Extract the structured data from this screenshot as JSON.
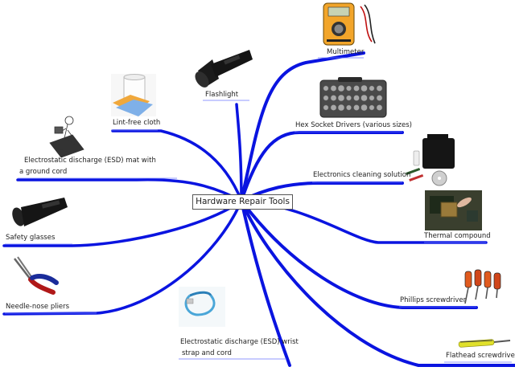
{
  "center": {
    "label": "Hardware Repair Tools"
  },
  "nodes": [
    {
      "id": "multimeter",
      "label": "Multimeter",
      "icon": "multimeter-icon"
    },
    {
      "id": "flashlight-top",
      "label": "Flashlight",
      "icon": "flashlight-icon"
    },
    {
      "id": "lint",
      "label": "Lint-free cloth",
      "icon": "lint-free-cloth-icon"
    },
    {
      "id": "hex",
      "label": "Hex Socket Drivers (various sizes)",
      "icon": "hex-socket-case-icon"
    },
    {
      "id": "esd-mat",
      "label_line1": "Electrostatic discharge (ESD) mat with",
      "label_line2": "a ground cord",
      "icon": "esd-mat-icon"
    },
    {
      "id": "cleaning",
      "label": "Electronics cleaning solution",
      "icon": "cleaning-kit-icon"
    },
    {
      "id": "thermal",
      "label": "Thermal compound",
      "icon": "thermal-compound-icon"
    },
    {
      "id": "safety",
      "label": "Safety glasses",
      "icon": "flashlight-icon"
    },
    {
      "id": "pliers",
      "label": "Needle-nose pliers",
      "icon": "needle-nose-pliers-icon"
    },
    {
      "id": "phillips",
      "label": "Phillips screwdriver",
      "icon": "phillips-screwdrivers-icon"
    },
    {
      "id": "esd-wrist",
      "label_line1": "Electrostatic discharge (ESD) wrist",
      "label_line2": "strap and cord",
      "icon": "esd-wrist-strap-icon"
    },
    {
      "id": "flathead",
      "label": "Flathead screwdriver",
      "icon": "flathead-screwdriver-icon"
    }
  ],
  "colors": {
    "branch": "#0a14e0",
    "underline": "#6b78ff"
  }
}
